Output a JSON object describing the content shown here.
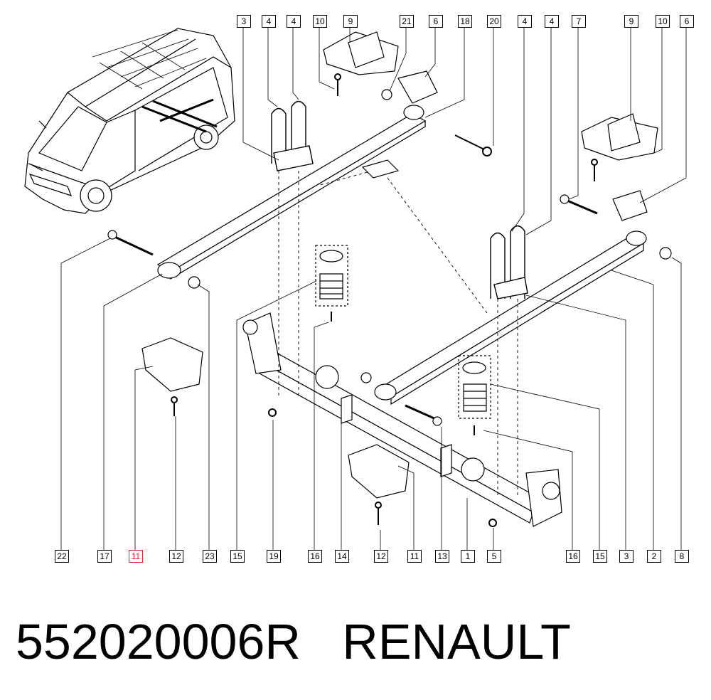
{
  "labels_top": [
    "3",
    "4",
    "4",
    "10",
    "9",
    "21",
    "6",
    "18",
    "20",
    "4",
    "4",
    "7",
    "9",
    "10",
    "6"
  ],
  "labels_bottom": [
    "22",
    "17",
    "11",
    "12",
    "23",
    "15",
    "19",
    "16",
    "14",
    "12",
    "11",
    "13",
    "1",
    "5",
    "16",
    "15",
    "3",
    "2",
    "8"
  ],
  "highlighted_label": "11",
  "caption": {
    "part_number": "552020006R",
    "brand": "RENAULT"
  },
  "colors": {
    "line": "#000000",
    "highlight": "#e0202a",
    "background": "#ffffff"
  }
}
